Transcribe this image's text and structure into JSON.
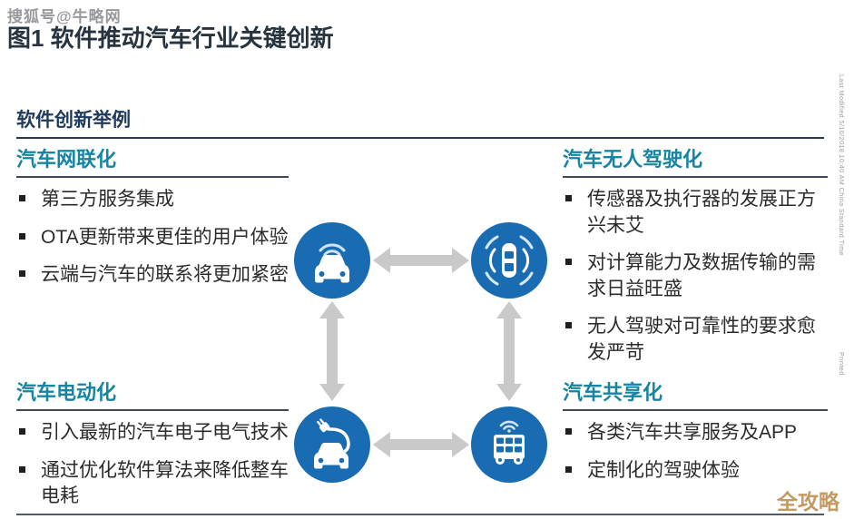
{
  "page": {
    "watermark_top": "搜狐号@牛略网",
    "title": "图1 软件推动汽车行业关键创新",
    "watermark_bottom": "全攻略",
    "side_notes": {
      "modified": "Last Modified 5/10/2018 10:40 AM China Standard Time",
      "printed": "Printed"
    }
  },
  "diagram": {
    "section_title": "软件创新举例",
    "quadrants": [
      {
        "title": "汽车网联化",
        "icon": "connected-car-icon",
        "bullets": [
          "第三方服务集成",
          "OTA更新带来更佳的用户体验",
          "云端与汽车的联系将更加紧密"
        ]
      },
      {
        "title": "汽车无人驾驶化",
        "icon": "autonomous-car-icon",
        "bullets": [
          "传感器及执行器的发展正方兴未艾",
          "对计算能力及数据传输的需求日益旺盛",
          "无人驾驶对可靠性的要求愈发严苛"
        ]
      },
      {
        "title": "汽车电动化",
        "icon": "electric-car-icon",
        "bullets": [
          "引入最新的汽车电子电气技术",
          "通过优化软件算法来降低整车电耗"
        ]
      },
      {
        "title": "汽车共享化",
        "icon": "shared-bus-icon",
        "bullets": [
          "各类汽车共享服务及APP",
          "定制化的驾驶体验"
        ]
      }
    ],
    "colors": {
      "icon_blue": "#1a6cb2",
      "accent_teal": "#1585a3",
      "navy": "#2a3950",
      "arrow_gray": "#c9c9c9",
      "watermark_gold": "#c49a62"
    }
  }
}
